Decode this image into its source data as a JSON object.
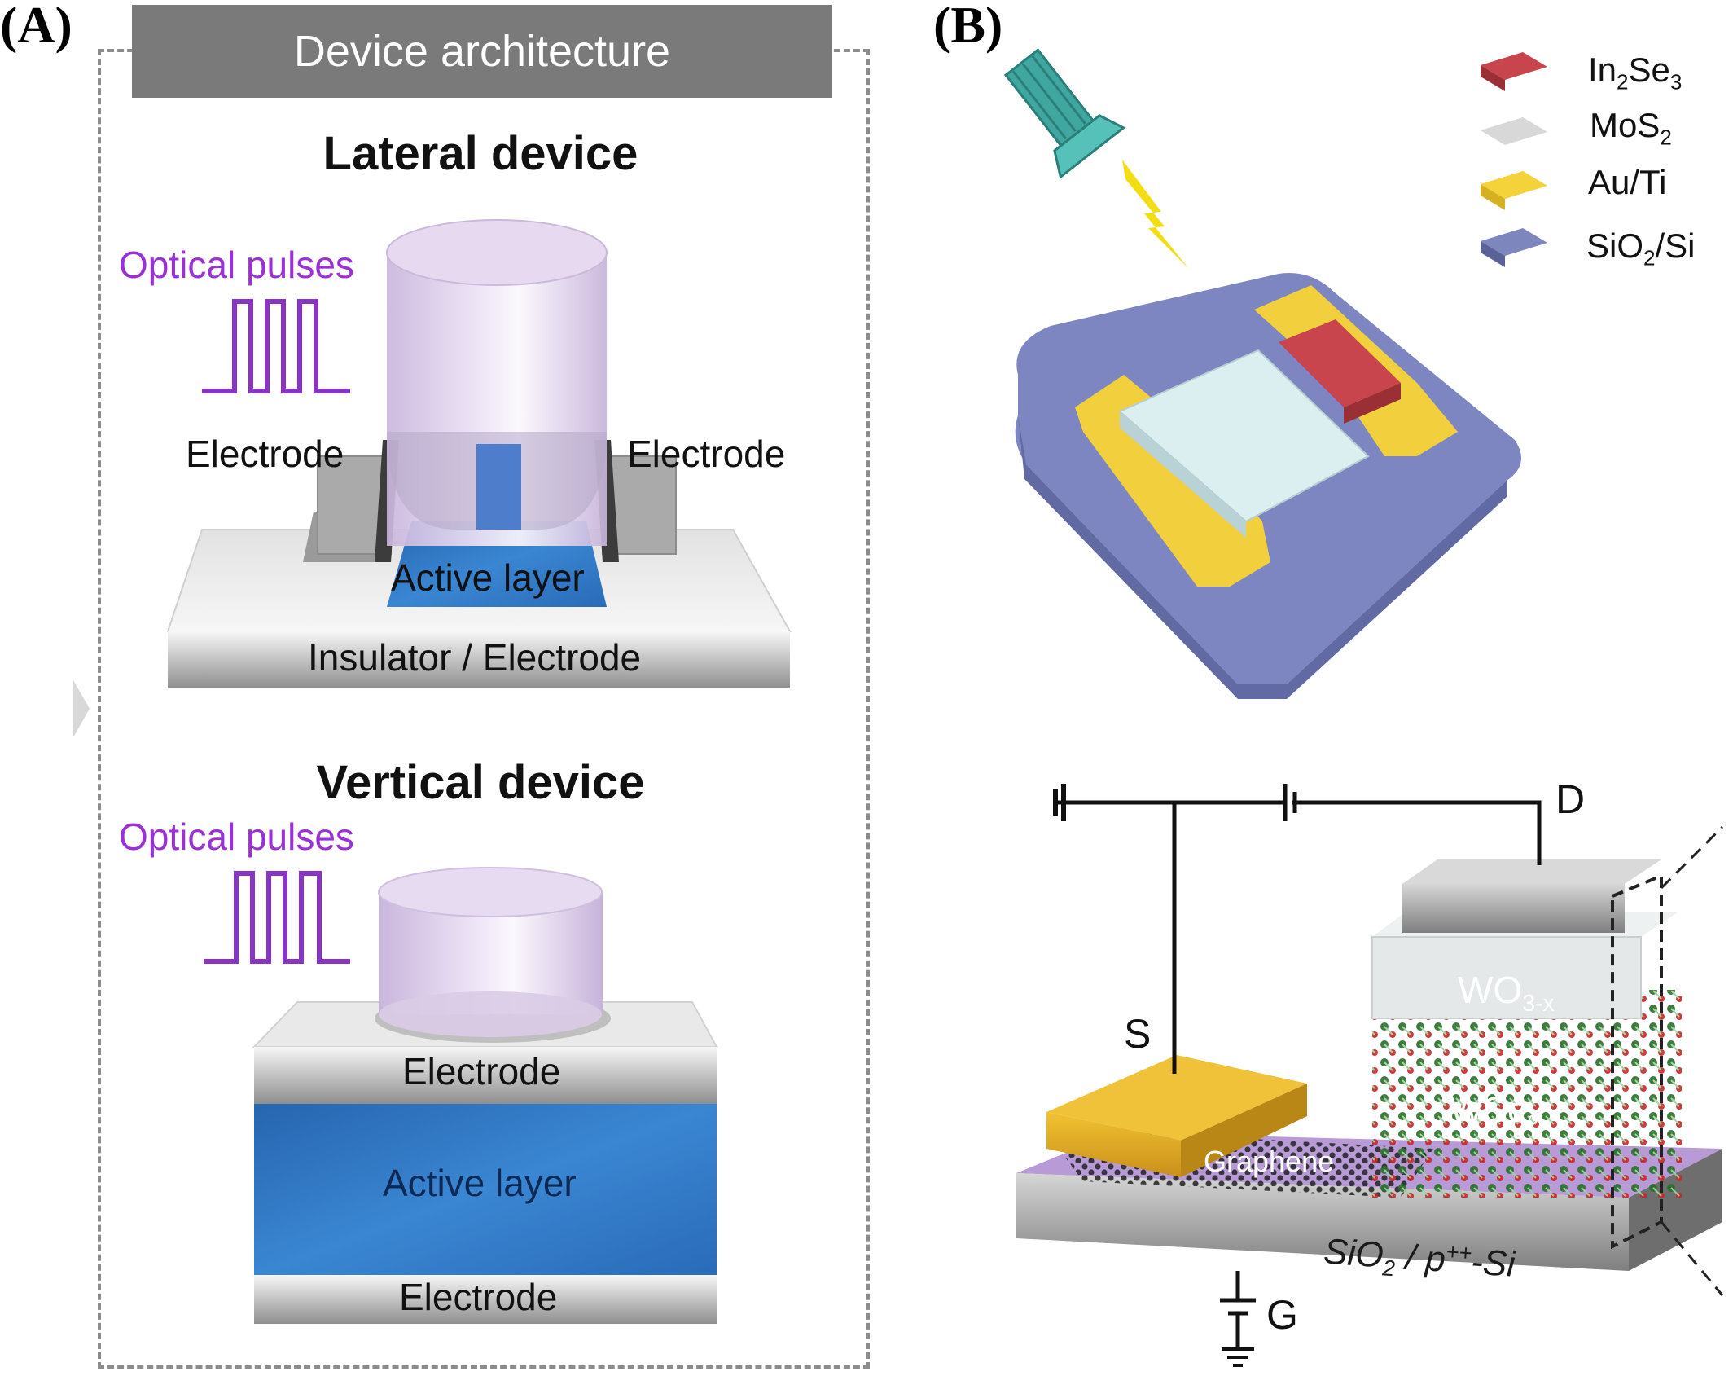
{
  "panels": {
    "a": "(A)",
    "b": "(B)"
  },
  "panel_a": {
    "banner": "Device architecture",
    "lateral": {
      "title": "Lateral device",
      "optical_pulses": "Optical pulses",
      "electrode_left": "Electrode",
      "electrode_right": "Electrode",
      "active_layer": "Active layer",
      "base": "Insulator / Electrode"
    },
    "vertical": {
      "title": "Vertical device",
      "optical_pulses": "Optical pulses",
      "electrode_top": "Electrode",
      "active_layer": "Active layer",
      "electrode_bottom": "Electrode"
    }
  },
  "panel_b": {
    "legend": [
      {
        "base": "In",
        "sub1": "2",
        "mid": "Se",
        "sub2": "3",
        "tail": "",
        "color": "#c8454d"
      },
      {
        "base": "MoS",
        "sub1": "2",
        "mid": "",
        "sub2": "",
        "tail": "",
        "color": "#d8d8d8"
      },
      {
        "base": "Au/Ti",
        "sub1": "",
        "mid": "",
        "sub2": "",
        "tail": "",
        "color": "#f3d23a"
      },
      {
        "base": "SiO",
        "sub1": "2",
        "mid": "",
        "sub2": "",
        "tail": "/Si",
        "color": "#7d86bd"
      }
    ],
    "lower": {
      "drain": "D",
      "source": "S",
      "gate": "G",
      "wo_base": "WO",
      "wo_sub": "3-x",
      "wse_base": "WSe",
      "wse_sub": "2",
      "graphene": "Graphene",
      "substrate_base": "SiO",
      "substrate_sub": "2",
      "substrate_mid": " / p",
      "substrate_sup": "++",
      "substrate_tail": "-Si"
    }
  },
  "colors": {
    "purple_text": "#9b30d9",
    "active_blue": "#2f7fd0",
    "gold": "#e2ac1f",
    "substrate_purple": "#b79ad6"
  }
}
